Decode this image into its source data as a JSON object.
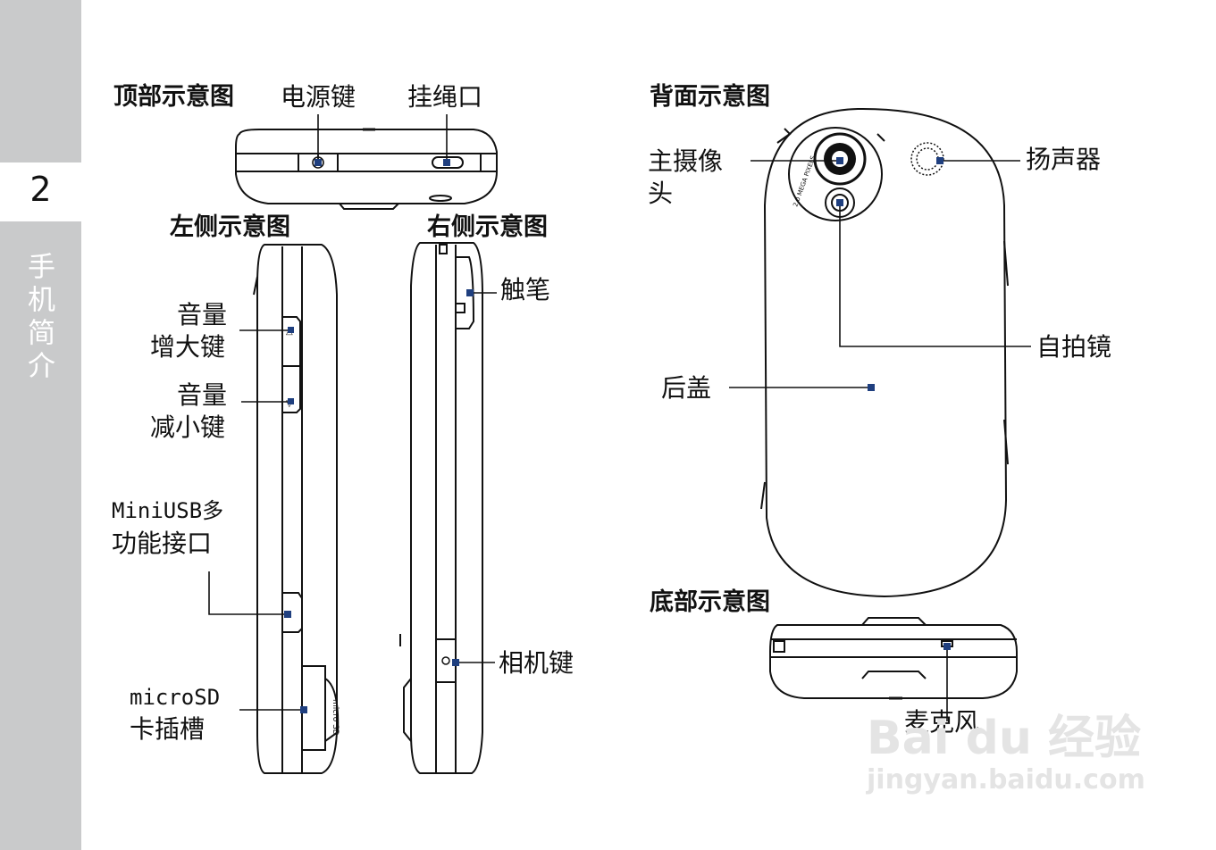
{
  "sidebar": {
    "chapter_number": "2",
    "chapter_title": "手机简介"
  },
  "headings": {
    "top_view": "顶部示意图",
    "left_view": "左侧示意图",
    "right_view": "右侧示意图",
    "back_view": "背面示意图",
    "bottom_view": "底部示意图"
  },
  "labels": {
    "power_key": "电源键",
    "strap_hole": "挂绳口",
    "volume_up": [
      "音量",
      "增大键"
    ],
    "volume_down": [
      "音量",
      "减小键"
    ],
    "mini_usb": [
      "MiniUSB多",
      "功能接口"
    ],
    "microsd": [
      "microSD",
      "卡插槽"
    ],
    "stylus": "触笔",
    "camera_key": "相机键",
    "main_camera": [
      "主摄像",
      "头"
    ],
    "speaker": "扬声器",
    "self_mirror": "自拍镜",
    "back_cover": "后盖",
    "microphone": "麦克风"
  },
  "device_markings": {
    "camera_ring_text": "2.0 MEGA PIXELS",
    "sd_slot_text": "micro SD"
  },
  "watermark": {
    "logo_text": "Bai du 经验",
    "url": "jingyan.baidu.com"
  },
  "colors": {
    "sidebar": "#c9cacb",
    "callout_marker": "#1f3f7f",
    "outline": "#111111"
  }
}
